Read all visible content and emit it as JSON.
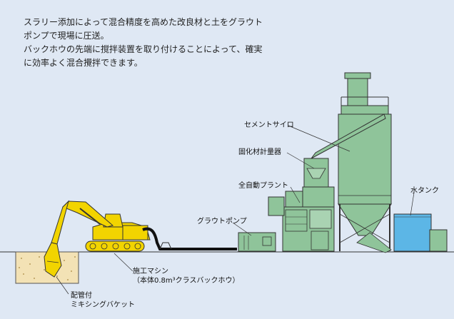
{
  "description": [
    "スラリー添加によって混合精度を高めた改良材と土をグラウト",
    "ポンプで現場に圧送。",
    "バックホウの先端に撹拌装置を取り付けることによって、確実",
    "に効率よく混合攪拌できます。"
  ],
  "labels": {
    "cement_silo": "セメントサイロ",
    "solidifier_scale": "固化材計量器",
    "auto_plant": "全自動プラント",
    "water_tank": "水タンク",
    "grout_pump": "グラウトポンプ",
    "machine_line1": "施工マシン",
    "machine_line2": "（本体0.8m³クラスバックホウ）",
    "bucket_line1": "配管付",
    "bucket_line2": "ミキシングバケット"
  },
  "colors": {
    "background": "#dfe8f4",
    "plant_green": "#8fc49a",
    "plant_dark": "#5e9c6c",
    "excavator_yellow": "#f2d400",
    "water_blue": "#5cb6e6",
    "soil": "#f3e2b5"
  }
}
